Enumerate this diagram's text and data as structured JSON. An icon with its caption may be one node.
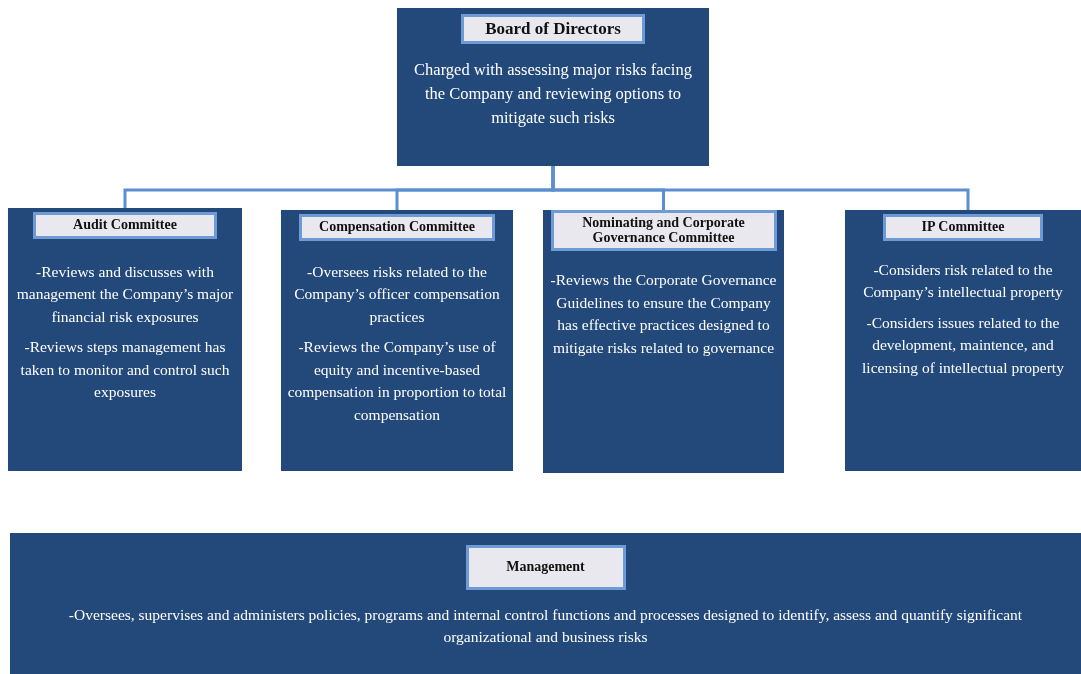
{
  "diagram": {
    "nodes": [
      {
        "text": [
          "Board of Directors",
          "Charged with assessing major risks facing the Company and reviewing options to mitigate such risks"
        ]
      },
      {
        "text": [
          "Audit Committee",
          "-Reviews and discusses with management the Company’s major financial risk exposures",
          "-Reviews steps management has taken to monitor and control such exposures"
        ]
      },
      {
        "text": [
          "Compensation Committee",
          "-Oversees risks related to the Company’s officer compensation practices",
          "-Reviews the Company’s use of equity and incentive-based compensation in proportion to total compensation"
        ]
      },
      {
        "text": [
          "Nominating and Corporate Governance Committee",
          "-Reviews the Corporate Governance Guidelines to ensure the Company has effective practices designed to mitigate risks related to governance"
        ]
      },
      {
        "text": [
          "IP Committee",
          "-Considers risk related to the Company’s intellectual property",
          "-Considers issues related to the development, maintence, and licensing of intellectual property"
        ]
      },
      {
        "text": [
          "Management",
          "-Oversees, supervises and administers policies, programs and internal control functions and processes designed to identify, assess and quantify significant organizational and business risks"
        ]
      }
    ],
    "edges": [
      {
        "from": 0,
        "to": 1,
        "arrow": "none"
      },
      {
        "from": 0,
        "to": 2,
        "arrow": "none"
      },
      {
        "from": 0,
        "to": 3,
        "arrow": "none"
      },
      {
        "from": 0,
        "to": 4,
        "arrow": "none"
      }
    ]
  }
}
